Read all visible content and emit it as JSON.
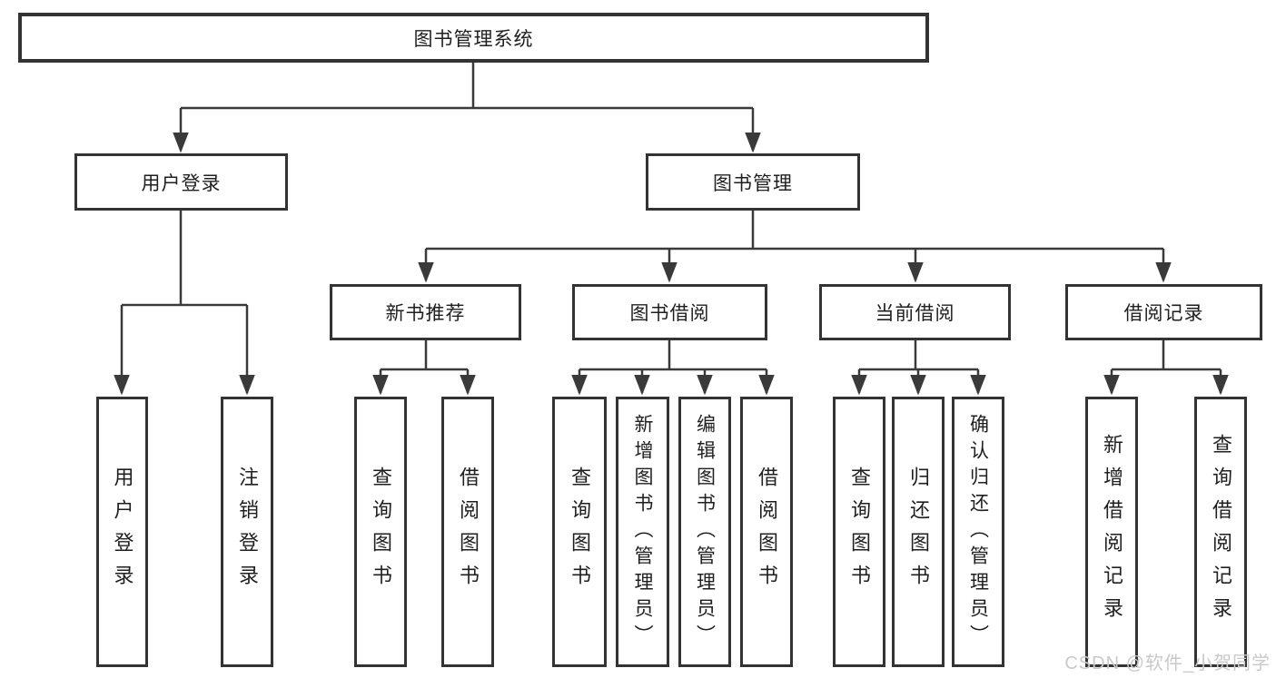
{
  "nodes": {
    "root": {
      "label": "图书管理系统"
    },
    "userLogin": {
      "label": "用户登录"
    },
    "bookMgmt": {
      "label": "图书管理"
    },
    "newBookRec": {
      "label": "新书推荐"
    },
    "bookBorrow": {
      "label": "图书借阅"
    },
    "currentBorrow": {
      "label": "当前借阅"
    },
    "borrowRecord": {
      "label": "借阅记录"
    },
    "leafUserLogin": {
      "label": "用户登录"
    },
    "leafLogout": {
      "label": "注销登录"
    },
    "leafQueryBookRec": {
      "label": "查询图书"
    },
    "leafBorrowBookRec": {
      "label": "借阅图书"
    },
    "leafQueryBookBorrow": {
      "label": "查询图书"
    },
    "leafAddBook": {
      "label": "新增图书（管理员）"
    },
    "leafEditBook": {
      "label": "编辑图书（管理员）"
    },
    "leafBorrowBook": {
      "label": "借阅图书"
    },
    "leafQueryBookCurrent": {
      "label": "查询图书"
    },
    "leafReturnBook": {
      "label": "归还图书"
    },
    "leafConfirmReturn": {
      "label": "确认归还（管理员）"
    },
    "leafAddRecord": {
      "label": "新增借阅记录"
    },
    "leafQueryRecord": {
      "label": "查询借阅记录"
    }
  },
  "colors": {
    "line": "#3a3a3a",
    "border": "#333333",
    "text": "#1f1f1f",
    "watermark": "#c9c9c9",
    "background": "#ffffff"
  },
  "watermark": {
    "text": "CSDN @软件_小贺同学"
  }
}
